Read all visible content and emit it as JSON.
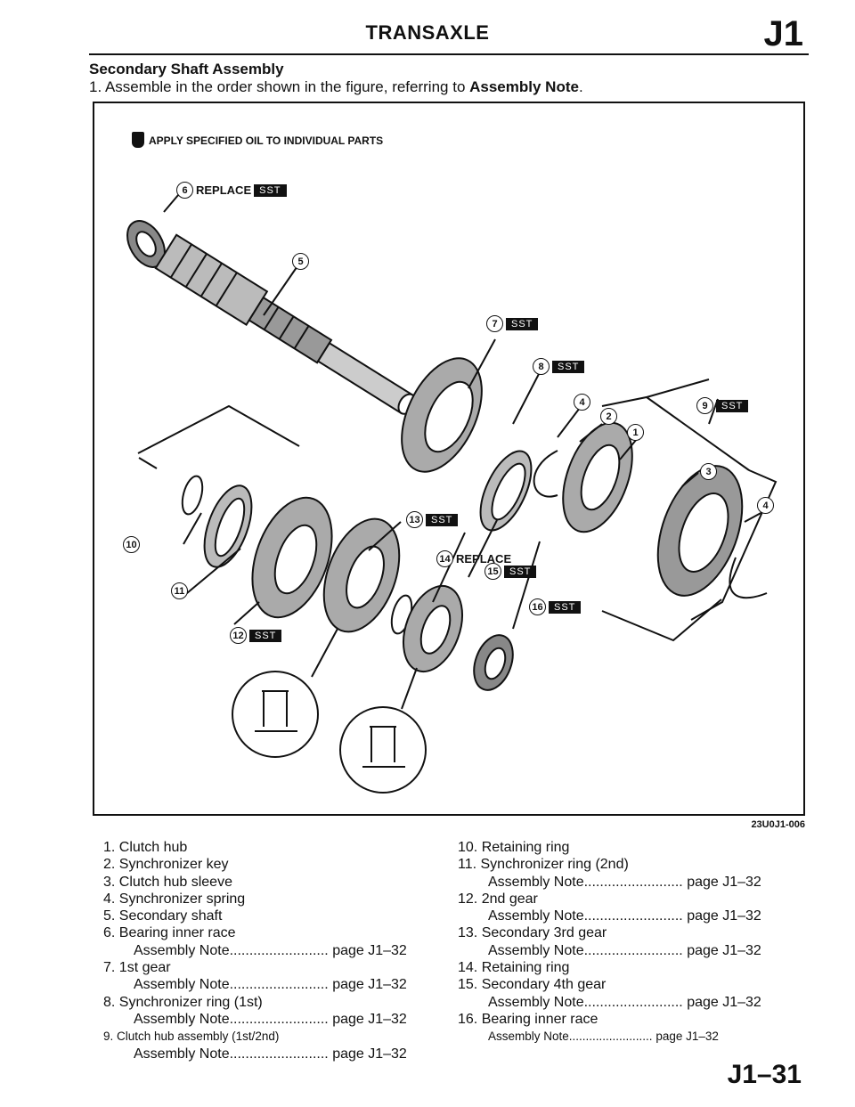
{
  "header": {
    "title": "TRANSAXLE",
    "code": "J1"
  },
  "section": {
    "title": "Secondary Shaft Assembly",
    "instruction_prefix": "1. Assemble in the order shown in the figure, referring to ",
    "instruction_bold": "Assembly Note",
    "instruction_suffix": "."
  },
  "figure": {
    "oil_note": "APPLY SPECIFIED OIL TO INDIVIDUAL PARTS",
    "figure_code": "23U0J1-006",
    "callouts": {
      "c1": "1",
      "c2": "2",
      "c3": "3",
      "c4a": "4",
      "c4b": "4",
      "c5": "5",
      "c6": "6",
      "c7": "7",
      "c8": "8",
      "c9": "9",
      "c10": "10",
      "c11": "11",
      "c12": "12",
      "c13": "13",
      "c14": "14",
      "c15": "15",
      "c16": "16"
    },
    "replace_label": "REPLACE",
    "sst_label": "SST"
  },
  "parts_left": [
    {
      "label": "1. Clutch hub"
    },
    {
      "label": "2. Synchronizer key"
    },
    {
      "label": "3. Clutch hub sleeve"
    },
    {
      "label": "4. Synchronizer spring"
    },
    {
      "label": "5. Secondary shaft"
    },
    {
      "label": "6. Bearing inner race",
      "note": "Assembly Note.........................",
      "page": "page J1–32"
    },
    {
      "label": "7. 1st gear",
      "note": "Assembly Note.........................",
      "page": "page J1–32"
    },
    {
      "label": "8. Synchronizer ring (1st)",
      "note": "Assembly Note.........................",
      "page": "page J1–32"
    },
    {
      "label": "9. Clutch hub assembly (1st/2nd)",
      "note": "Assembly Note.........................",
      "page": "page J1–32"
    }
  ],
  "parts_right": [
    {
      "label": "10. Retaining ring"
    },
    {
      "label": "11. Synchronizer ring (2nd)",
      "note": "Assembly Note.........................",
      "page": "page J1–32"
    },
    {
      "label": "12. 2nd gear",
      "note": "Assembly Note.........................",
      "page": "page J1–32"
    },
    {
      "label": "13. Secondary 3rd gear",
      "note": "Assembly Note.........................",
      "page": "page J1–32"
    },
    {
      "label": "14. Retaining ring"
    },
    {
      "label": "15. Secondary 4th gear",
      "note": "Assembly Note.........................",
      "page": "page J1–32"
    },
    {
      "label": "16. Bearing inner race",
      "note": "Assembly Note.........................",
      "page": "page J1–32"
    }
  ],
  "footer": {
    "page_number": "J1–31"
  }
}
